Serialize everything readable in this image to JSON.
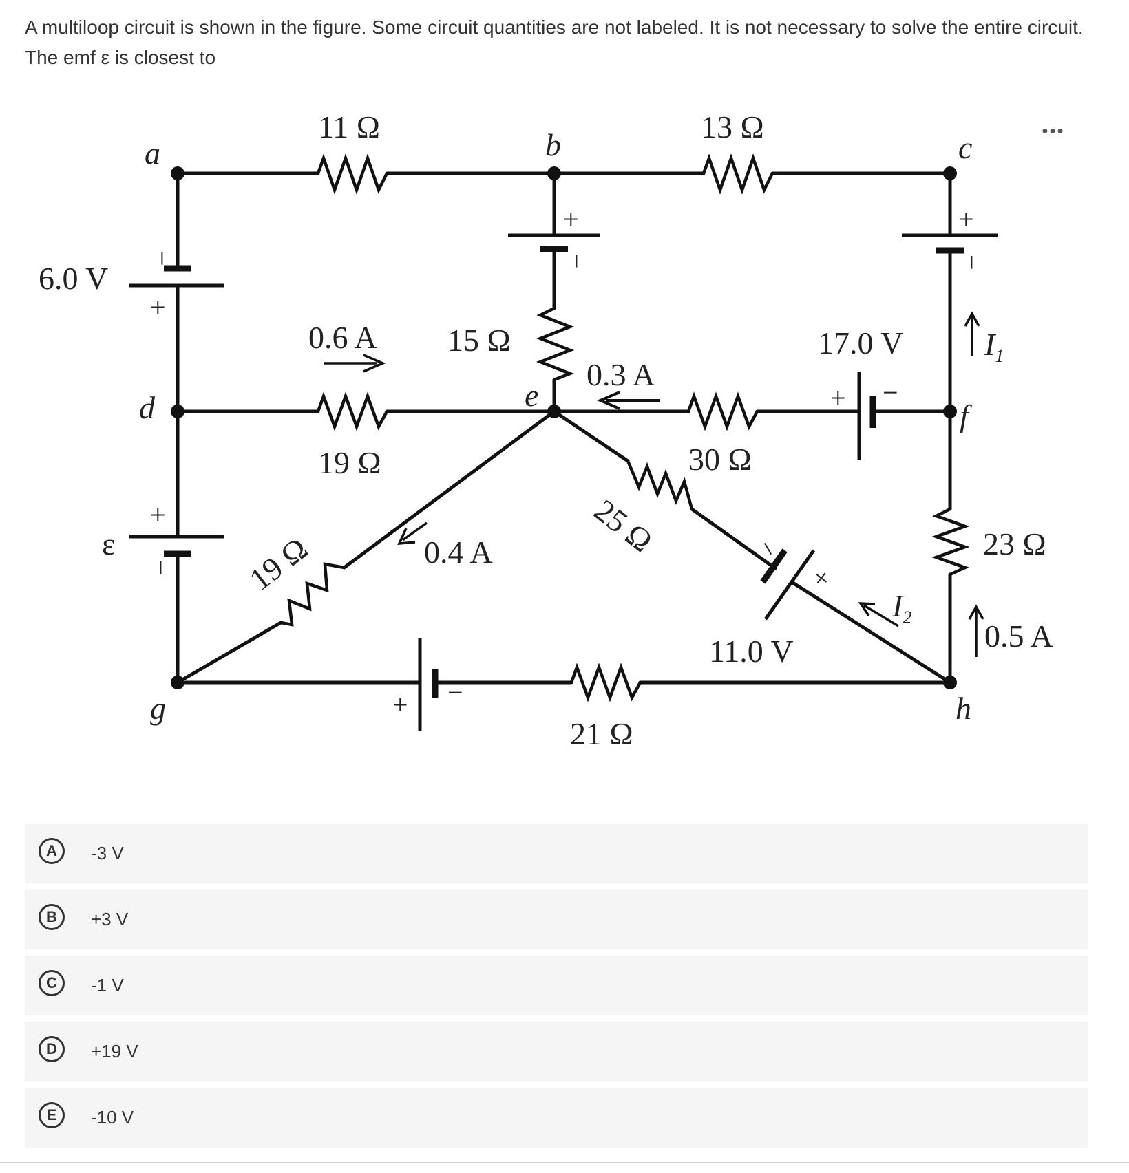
{
  "question": {
    "text": "A multiloop circuit is shown in the figure. Some circuit quantities are not labeled. It is not necessary to solve the entire circuit. The emf ε is closest to"
  },
  "menu": {
    "more_label": "•••"
  },
  "figure": {
    "nodes": {
      "a": "a",
      "b": "b",
      "c": "c",
      "d": "d",
      "e": "e",
      "f": "f",
      "g": "g",
      "h": "h"
    },
    "resistors": {
      "ab": "11 Ω",
      "bc": "13 Ω",
      "de": "19 Ω",
      "be": "15 Ω",
      "ef": "30 Ω",
      "eh": "25 Ω",
      "eg": "19 Ω",
      "gh": "21 Ω",
      "fh": "23 Ω"
    },
    "emfs": {
      "ad": "6.0 V",
      "dg": "ε",
      "ef": "17.0 V",
      "eh": "11.0 V"
    },
    "currents": {
      "de": "0.6 A",
      "ef": "0.3 A",
      "eg": "0.4 A",
      "fh": "0.5 A",
      "I1": "I",
      "I1_sub": "1",
      "I2": "I",
      "I2_sub": "2"
    },
    "signs": {
      "plus": "+",
      "minus": "−"
    }
  },
  "options": [
    {
      "letter": "A",
      "text": "-3 V"
    },
    {
      "letter": "B",
      "text": "+3 V"
    },
    {
      "letter": "C",
      "text": "-1 V"
    },
    {
      "letter": "D",
      "text": "+19 V"
    },
    {
      "letter": "E",
      "text": "-10 V"
    }
  ]
}
